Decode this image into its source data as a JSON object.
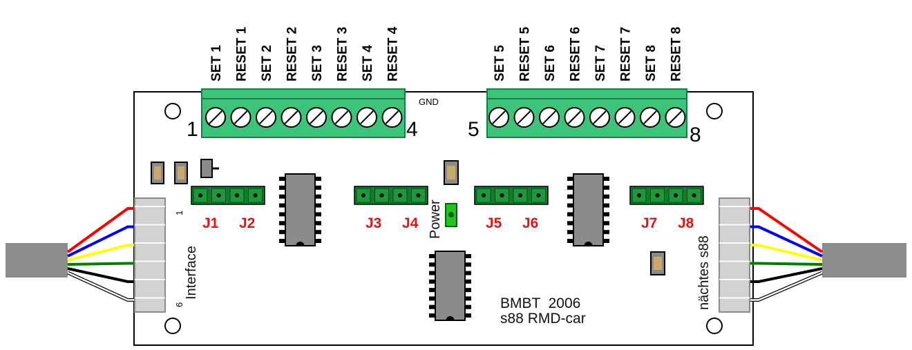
{
  "terminals_left": {
    "labels": [
      "SET 1",
      "RESET 1",
      "SET 2",
      "RESET 2",
      "SET 3",
      "RESET 3",
      "SET 4",
      "RESET 4"
    ],
    "first_pin": "1",
    "last_pin": "4"
  },
  "terminals_right": {
    "labels": [
      "SET 5",
      "RESET 5",
      "SET 6",
      "RESET 6",
      "SET 7",
      "RESET 7",
      "SET 8",
      "RESET 8"
    ],
    "first_pin": "5",
    "last_pin": "8"
  },
  "gnd_label": "GND",
  "jumpers": [
    "J1",
    "J2",
    "J3",
    "J4",
    "J5",
    "J6",
    "J7",
    "J8"
  ],
  "power_label": "Power",
  "connector_left": {
    "label": "Interface",
    "pin_top": "1",
    "pin_bottom": "6"
  },
  "connector_right": {
    "label": "nächtes s88"
  },
  "credit": {
    "line1": "BMBT  2006",
    "line2": "s88 RMD-car"
  },
  "wire_colors": [
    "#ff0000",
    "#0000ff",
    "#ffff00",
    "#008000",
    "#000000",
    "#ffffff"
  ],
  "colors": {
    "terminal_block": "#3bc47a",
    "jumper_header": "#137a2f",
    "jumper_label": "#e41313",
    "ic_body": "#8a8a8a",
    "cable_sheath": "#8c8c8c",
    "power_led": "#21c321"
  }
}
